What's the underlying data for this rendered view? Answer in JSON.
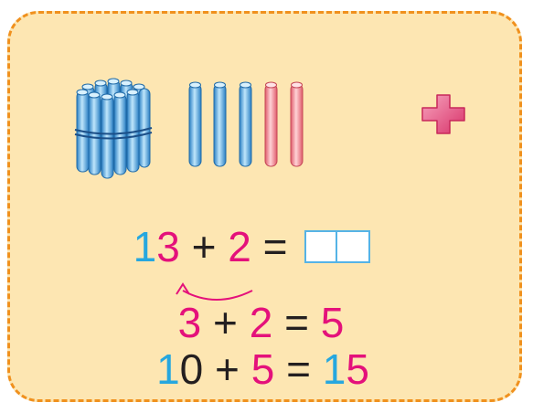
{
  "colors": {
    "background": "#fde6b2",
    "border": "#f0911e",
    "blue": "#26a7df",
    "pink": "#e4117b",
    "dark": "#231f20",
    "box_border": "#55b3e6"
  },
  "objects": {
    "ten_bundle": "bundle of ten blue sticks",
    "blue_sticks_count": 3,
    "pink_sticks_count": 2,
    "plus_icon": "plus-icon"
  },
  "equation1": {
    "tens": "1",
    "ones": "3",
    "op": "+",
    "addend": "2",
    "equals": "=",
    "answer_boxes": 2
  },
  "equation2": {
    "a": "3",
    "op": "+",
    "b": "2",
    "equals": "=",
    "result": "5"
  },
  "equation3": {
    "tens": "1",
    "zero": "0",
    "op": "+",
    "b": "5",
    "equals": "=",
    "r_tens": "1",
    "r_ones": "5"
  }
}
